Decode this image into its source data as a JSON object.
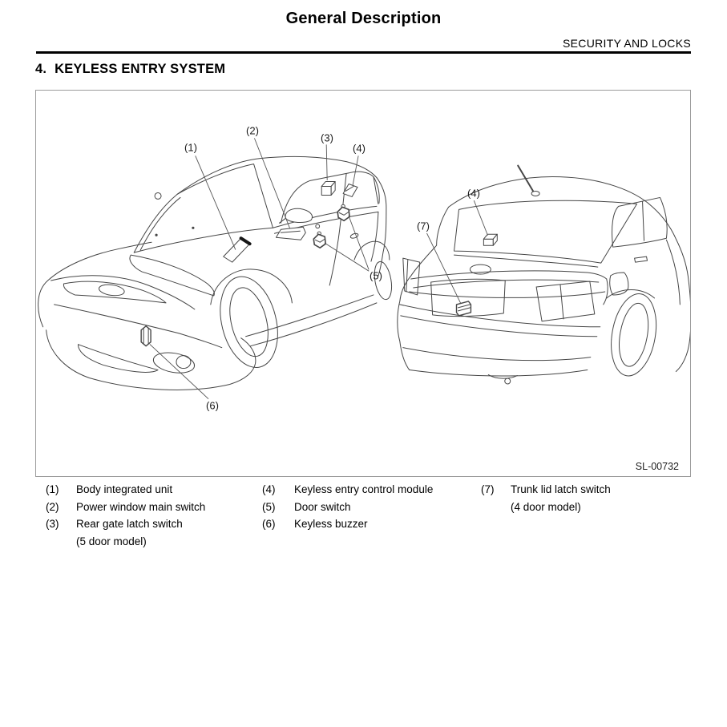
{
  "page": {
    "title": "General Description",
    "section": "SECURITY AND LOCKS",
    "heading_number": "4.",
    "heading_text": "KEYLESS ENTRY SYSTEM"
  },
  "figure": {
    "ref": "SL-00732",
    "callouts": {
      "c1": "(1)",
      "c2": "(2)",
      "c3": "(3)",
      "c4": "(4)",
      "c5": "(5)",
      "c6": "(6)",
      "c4r": "(4)",
      "c7": "(7)"
    }
  },
  "legend": {
    "columns": [
      {
        "items": [
          {
            "num": "(1)",
            "lines": [
              "Body integrated unit"
            ]
          },
          {
            "num": "(2)",
            "lines": [
              "Power window main switch"
            ]
          },
          {
            "num": "(3)",
            "lines": [
              "Rear gate latch switch",
              "(5 door model)"
            ]
          }
        ]
      },
      {
        "items": [
          {
            "num": "(4)",
            "lines": [
              "Keyless entry control module"
            ]
          },
          {
            "num": "(5)",
            "lines": [
              "Door switch"
            ]
          },
          {
            "num": "(6)",
            "lines": [
              "Keyless buzzer"
            ]
          }
        ]
      },
      {
        "items": [
          {
            "num": "(7)",
            "lines": [
              "Trunk lid latch switch",
              "(4 door model)"
            ]
          }
        ]
      }
    ]
  }
}
